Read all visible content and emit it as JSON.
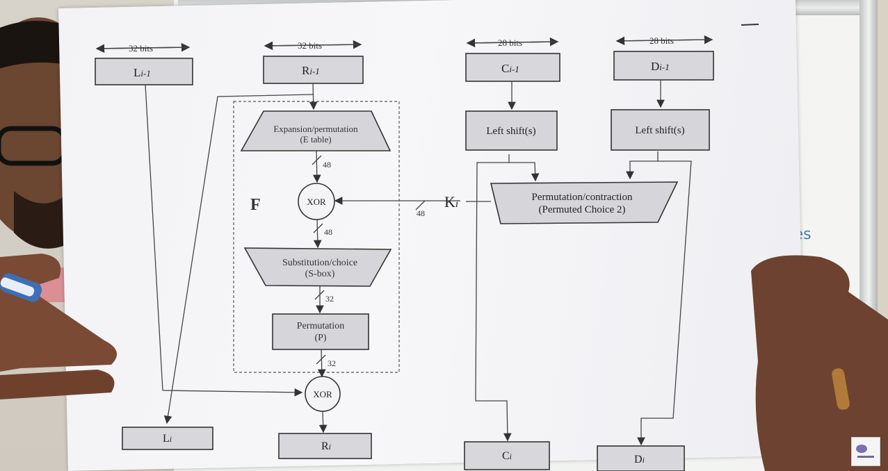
{
  "diagram": {
    "function_label": "F",
    "bits": {
      "l": "32 bits",
      "r": "32 bits",
      "c": "28 bits",
      "d": "28 bits"
    },
    "inputs": {
      "l_prev": "L",
      "r_prev": "R",
      "c_prev": "C",
      "d_prev": "D",
      "index_prev": "i-1",
      "index": "i"
    },
    "boxes": {
      "expansion": [
        "Expansion/permutation",
        "(E table)"
      ],
      "xor": "XOR",
      "substitution": [
        "Substitution/choice",
        "(S-box)"
      ],
      "permutation": [
        "Permutation",
        "(P)"
      ],
      "left_shift": "Left shift(s)",
      "pc2": [
        "Permutation/contraction",
        "(Permuted Choice 2)"
      ]
    },
    "key": "K",
    "widths": {
      "exp_out": "48",
      "xor_out": "48",
      "sbox_out": "32",
      "perm_out": "32",
      "key_in": "48"
    },
    "outputs": {
      "l": "L",
      "r": "R",
      "c": "C",
      "d": "D"
    }
  },
  "whiteboard": {
    "text": "alues"
  },
  "logo": {
    "name": "channel-logo-icon"
  }
}
